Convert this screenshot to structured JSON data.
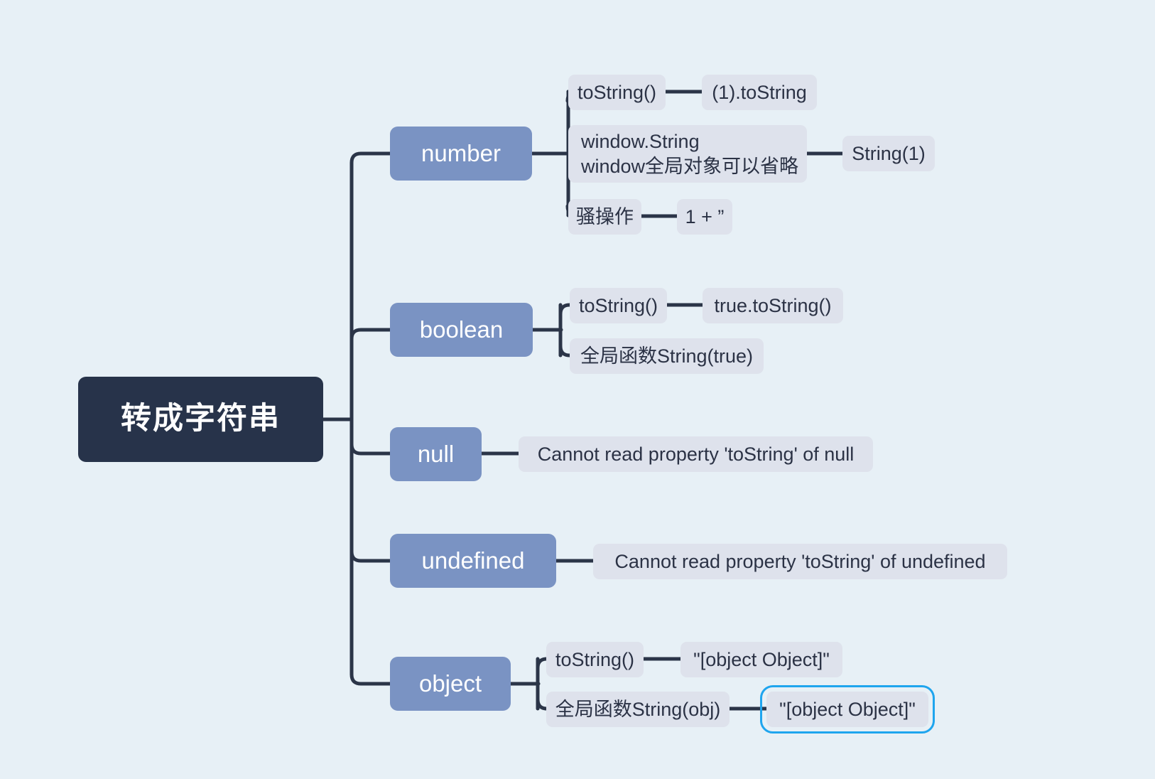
{
  "theme": {
    "background": "#e7f0f6",
    "root_bg": "#27334a",
    "root_text": "#ffffff",
    "level1_bg": "#7a93c3",
    "level1_text": "#ffffff",
    "level2_bg": "#dee2ec",
    "level2_text": "#2b3245",
    "link_color": "#2b3548",
    "selection_color": "#1fa5ee"
  },
  "mindmap": {
    "root": {
      "label": "转成字符串"
    },
    "branches": [
      {
        "name": "number",
        "label": "number",
        "children": [
          {
            "label": "toString()",
            "children": [
              {
                "label": "(1).toString"
              }
            ]
          },
          {
            "label_line1": "window.String",
            "label_line2": "window全局对象可以省略",
            "children": [
              {
                "label": "String(1)"
              }
            ]
          },
          {
            "label": "骚操作",
            "children": [
              {
                "label": "1 + ”"
              }
            ]
          }
        ]
      },
      {
        "name": "boolean",
        "label": "boolean",
        "children": [
          {
            "label": "toString()",
            "children": [
              {
                "label": "true.toString()"
              }
            ]
          },
          {
            "label": "全局函数String(true)",
            "children": []
          }
        ]
      },
      {
        "name": "null",
        "label": "null",
        "children": [
          {
            "label": "Cannot read property 'toString' of null",
            "children": []
          }
        ]
      },
      {
        "name": "undefined",
        "label": "undefined",
        "children": [
          {
            "label": "Cannot read property 'toString' of undefined",
            "children": []
          }
        ]
      },
      {
        "name": "object",
        "label": "object",
        "children": [
          {
            "label": "toString()",
            "children": [
              {
                "label": "\"[object Object]\""
              }
            ]
          },
          {
            "label": "全局函数String(obj)",
            "children": [
              {
                "label": "\"[object Object]\"",
                "selected": true
              }
            ]
          }
        ]
      }
    ]
  }
}
